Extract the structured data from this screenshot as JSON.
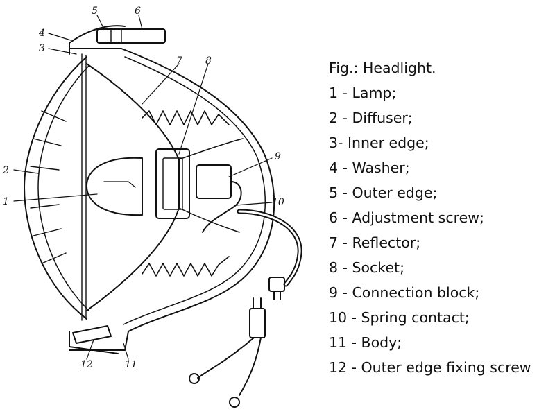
{
  "figure": {
    "caption": "Fig.: Headlight.",
    "legend": [
      "1 - Lamp;",
      "2 - Diffuser;",
      "3- Inner edge;",
      "4 - Washer;",
      "5 - Outer edge;",
      "6 - Adjustment screw;",
      "7 - Reflector;",
      "8 - Socket;",
      "9 - Connection block;",
      "10 - Spring contact;",
      "11 - Body;",
      "12 - Outer edge fixing screw"
    ],
    "callouts": [
      "1",
      "2",
      "3",
      "4",
      "5",
      "6",
      "7",
      "8",
      "9",
      "10",
      "11",
      "12"
    ]
  }
}
